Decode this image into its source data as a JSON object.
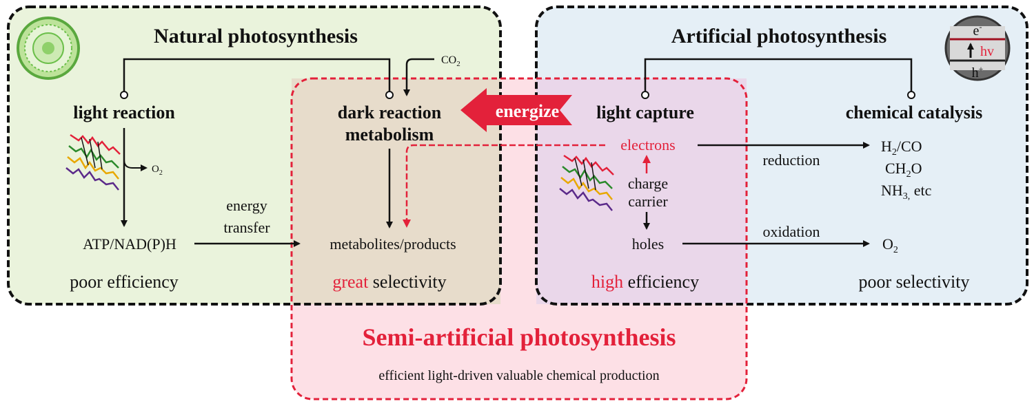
{
  "natural": {
    "title": "Natural photosynthesis",
    "light_reaction": "light reaction",
    "o2": "O",
    "o2_sub": "2",
    "atp": "ATP/NAD(P)H",
    "footer": "poor efficiency"
  },
  "co2": {
    "main": "CO",
    "sub": "2"
  },
  "dark": {
    "line1": "dark reaction",
    "line2": "metabolism",
    "metabolites": "metabolites/products",
    "footer_emph": "great",
    "footer_rest": "selectivity"
  },
  "energy_transfer": {
    "line1": "energy",
    "line2": "transfer"
  },
  "energize": "energize",
  "artificial": {
    "title": "Artificial photosynthesis",
    "light_capture": "light capture",
    "chemical_catalysis": "chemical catalysis",
    "electrons": "electrons",
    "charge1": "charge",
    "charge2": "carrier",
    "holes": "holes",
    "reduction": "reduction",
    "oxidation": "oxidation",
    "footer_emph": "high",
    "footer_rest": "efficiency",
    "footer_right": "poor selectivity"
  },
  "products": {
    "p1a": "H",
    "p1sub": "2",
    "p1b": "/CO",
    "p2a": "CH",
    "p2sub": "2",
    "p2b": "O",
    "p3a": "NH",
    "p3sub": "3,",
    "p3b": " etc",
    "o2": "O",
    "o2_sub": "2"
  },
  "band_icon": {
    "e": "e",
    "e_sup": "-",
    "hv": "hv",
    "h": "h",
    "h_sup": "+"
  },
  "semi": {
    "title": "Semi-artificial photosynthesis",
    "subtitle": "efficient light-driven valuable chemical production"
  },
  "colors": {
    "natural_bg": "#eaf3dc",
    "artificial_bg": "#e5eff6",
    "semi_bg": "#fde0e6",
    "overlap_left": "#e7dccb",
    "overlap_right": "#ead7ea",
    "accent_red": "#e3213a",
    "dark_border": "#111111"
  }
}
